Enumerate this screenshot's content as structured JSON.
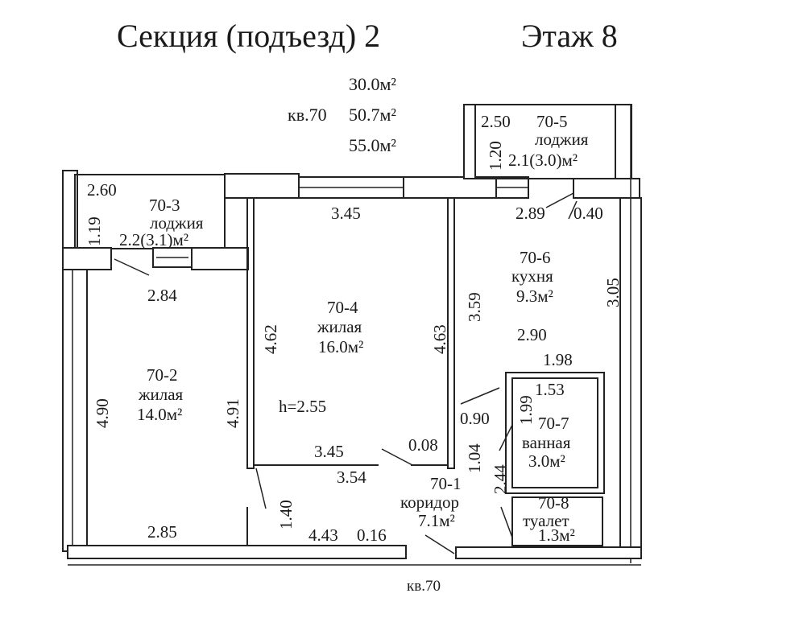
{
  "title": {
    "section": "Секция (подъезд)  2",
    "floor": "Этаж  8"
  },
  "summary": {
    "living_area": "30.0м²",
    "apartment_label": "кв.70",
    "total_area": "50.7м²",
    "full_area": "55.0м²"
  },
  "footer_label": "кв.70",
  "ceiling_height": "h=2.55",
  "rooms": [
    {
      "id": "70-1",
      "name": "коридор",
      "area": "7.1м²"
    },
    {
      "id": "70-2",
      "name": "жилая",
      "area": "14.0м²"
    },
    {
      "id": "70-3",
      "name": "лоджия",
      "area": "2.2(3.1)м²"
    },
    {
      "id": "70-4",
      "name": "жилая",
      "area": "16.0м²"
    },
    {
      "id": "70-5",
      "name": "лоджия",
      "area": "2.1(3.0)м²"
    },
    {
      "id": "70-6",
      "name": "кухня",
      "area": "9.3м²"
    },
    {
      "id": "70-7",
      "name": "ванная",
      "area": "3.0м²"
    },
    {
      "id": "70-8",
      "name": "туалет",
      "area": "1.3м²"
    }
  ],
  "dimensions": {
    "d260": "2.60",
    "d119": "1.19",
    "d284": "2.84",
    "d490": "4.90",
    "d491": "4.91",
    "d285": "2.85",
    "d140": "1.40",
    "d443": "4.43",
    "d016": "0.16",
    "d345_top": "3.45",
    "d462": "4.62",
    "d463": "4.63",
    "d345_bottom": "3.45",
    "d354": "3.54",
    "d008": "0.08",
    "d250": "2.50",
    "d120": "1.20",
    "d289": "2.89",
    "d040": "0.40",
    "d359": "3.59",
    "d305": "3.05",
    "d290": "2.90",
    "d198": "1.98",
    "d199": "1.99",
    "d153": "1.53",
    "d090": "0.90",
    "d104": "1.04",
    "d244": "2.44"
  }
}
